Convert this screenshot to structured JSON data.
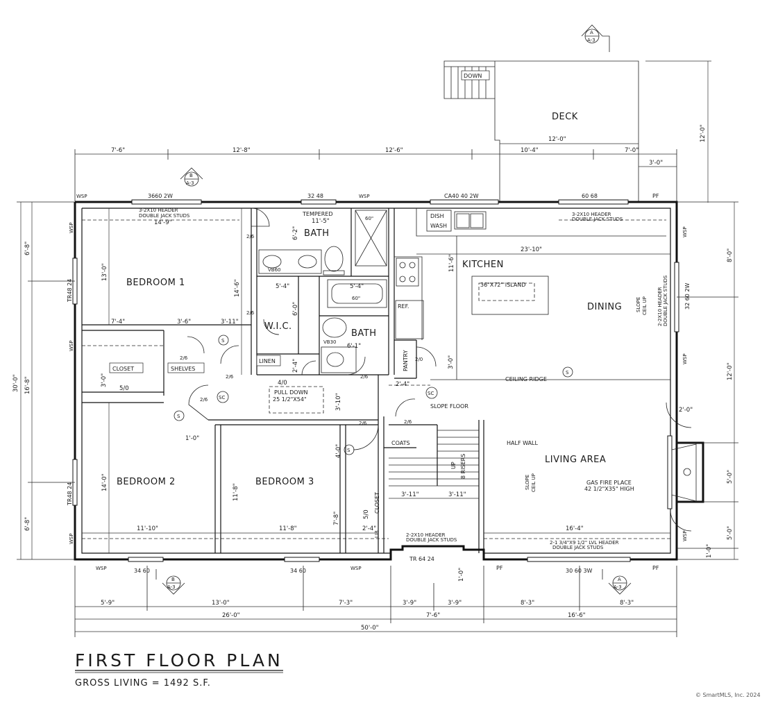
{
  "plan": {
    "title": "FIRST FLOOR PLAN",
    "gross_living": "GROSS LIVING = 1492 S.F.",
    "copyright": "© SmartMLS, Inc. 2024"
  },
  "rooms": {
    "bedroom1": "BEDROOM 1",
    "bedroom2": "BEDROOM 2",
    "bedroom3": "BEDROOM 3",
    "kitchen": "KITCHEN",
    "dining": "DINING",
    "living": "LIVING AREA",
    "deck": "DECK",
    "bath_top": "BATH",
    "bath_mid": "BATH",
    "wic": "W.I.C."
  },
  "labels": {
    "closet": "CLOSET",
    "shelves": "SHELVES",
    "linen": "LINEN",
    "pantry": "PANTRY",
    "coats": "COATS",
    "closet_v": "CLOSET",
    "lib": "LIB",
    "dish": "DISH",
    "wash": "WASH",
    "ref": "REF.",
    "island": "36\"X72\" ISLAND",
    "down": "DOWN",
    "tempered": "TEMPERED",
    "pull_down_1": "PULL DOWN",
    "pull_down_2": "25 1/2\"X54\"",
    "ceiling_ridge": "CEILING RIDGE",
    "slope_floor": "SLOPE FLOOR",
    "half_wall": "HALF WALL",
    "risers": "8 RISERS",
    "up": "UP",
    "fireplace_1": "GAS FIRE PLACE",
    "fireplace_2": "42 1/2\"X35\" HIGH",
    "slope_ceil_1": "SLOPE",
    "slope_ceil_2": "CEIL UP",
    "header_1a": "3-2X10 HEADER",
    "header_1b": "DOUBLE JACK STUDS",
    "header_2a": "3-2X10 HEADER",
    "header_2b": "DOUBLE JACK STUDS",
    "header_3a": "2-2X10 HEADER",
    "header_3b": "DOUBLE JACK STUDS",
    "header_4a": "2-1 3/4\"X9 1/2\" LVL HEADER",
    "header_4b": "DOUBLE JACK STUDS",
    "header_5a": "2-2X10 HEADER",
    "header_5b": "DOUBLE JACK STUDS",
    "vb60": "VB60",
    "vb30": "VB30",
    "tub60": "60\"",
    "shower60": "60\"",
    "sc": "SC",
    "s": "S"
  },
  "windows": {
    "w3660": "3660 2W",
    "w3248": "32 48",
    "ca4040": "CA40 40 2W",
    "w6068": "60 68",
    "pf_top": "PF",
    "tr4824a": "TR48 24",
    "tr4824b": "TR48 24",
    "w3260": "32 60 2W",
    "w3460a": "34 60",
    "w3460b": "34 60",
    "tr6424": "TR 64 24",
    "w3060": "30 60 3W",
    "pf_b1": "PF",
    "pf_b2": "PF",
    "wsp": "WSP"
  },
  "dims": {
    "top": [
      "7'-6\"",
      "12'-8\"",
      "12'-6\"",
      "10'-4\"",
      "7'-0\""
    ],
    "deck_w": "12'-0\"",
    "deck_3": "3'-0\"",
    "deck_h": "12'-0\"",
    "bottom_1": [
      "5'-9\"",
      "13'-0\"",
      "7'-3\"",
      "3'-9\"",
      "3'-9\"",
      "8'-3\"",
      "8'-3\""
    ],
    "bottom_2": [
      "26'-0\"",
      "7'-6\"",
      "16'-6\""
    ],
    "bottom_total": "50'-0\"",
    "left_outer": "30'-0\"",
    "left_inner": [
      "6'-8\"",
      "16'-8\"",
      "6'-8\""
    ],
    "right": [
      "8'-0\"",
      "12'-0\"",
      "5'-0\"",
      "5'-0\""
    ],
    "right_2": "2'-0\"",
    "right_1": "1'-0\"",
    "interior": {
      "d14_9": "14'-9\"",
      "d11_5": "11'-5\"",
      "d23_10": "23'-10\"",
      "d13_0": "13'-0\"",
      "d14_6": "14'-6\"",
      "d7_4": "7'-4\"",
      "d3_6": "3'-6\"",
      "d3_11": "3'-11\"",
      "d5_4a": "5'-4\"",
      "d5_4b": "5'-4\"",
      "d6_0": "6'-0\"",
      "d6_2": "6'-2\"",
      "d6_1": "6'-1\"",
      "d11_6": "11'-6\"",
      "d3_0a": "3'-0\"",
      "d3_0b": "3'-0\"",
      "d5_0": "5/0",
      "d4_0": "4/0",
      "d2_4a": "2'-4\"",
      "d2_4b": "2'-4\"",
      "d3_10": "3'-10\"",
      "d4_0b": "4'-0\"",
      "d1_0": "1'-0\"",
      "d1_0b": "1'-0\"",
      "d14_0": "14'-0\"",
      "d11_8a": "11'-8\"",
      "d11_8b": "11'-8\"",
      "d11_10": "11'-10\"",
      "d7_8": "7'-8\"",
      "d5_0b": "5/0",
      "d2_4c": "2'-4\"",
      "d3_11b": "3'-11\"",
      "d3_11c": "3'-11\"",
      "d16_4": "16'-4\"",
      "door_2_6": "2/6",
      "door_2_0": "2/0"
    }
  },
  "section_marks": {
    "a": "A",
    "b": "B",
    "a3": "A-3"
  }
}
